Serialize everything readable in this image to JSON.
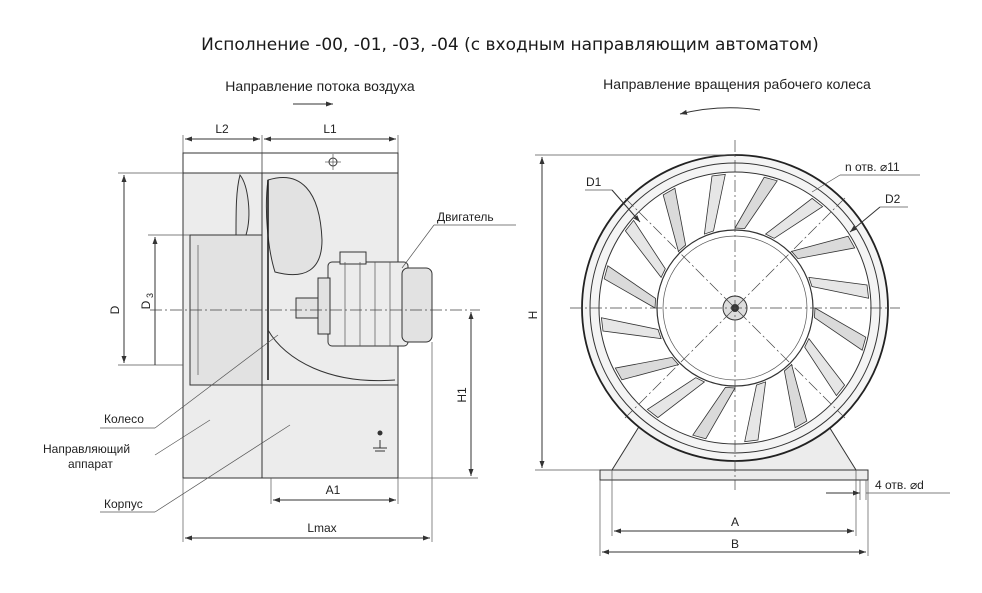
{
  "title": "Исполнение -00, -01, -03, -04 (с входным направляющим автоматом)",
  "side_view": {
    "heading": "Направление потока воздуха",
    "labels": {
      "motor": "Двигатель",
      "wheel": "Колесо",
      "guide_line1": "Направляющий",
      "guide_line2": "аппарат",
      "housing": "Корпус"
    },
    "dimensions": {
      "l2": "L2",
      "l1": "L1",
      "d": "D",
      "d3": "D",
      "d3_sub": "3",
      "h1": "H1",
      "a1": "A1",
      "lmax": "Lmax"
    }
  },
  "front_view": {
    "heading": "Направление вращения рабочего колеса",
    "labels": {
      "holes_n": "n отв. ⌀11",
      "d1": "D1",
      "d2": "D2",
      "holes_4": "4 отв. ⌀d"
    },
    "dimensions": {
      "h": "H",
      "a": "A",
      "b": "B"
    }
  },
  "colors": {
    "line": "#333333",
    "fill": "#ececec",
    "text": "#222222"
  }
}
